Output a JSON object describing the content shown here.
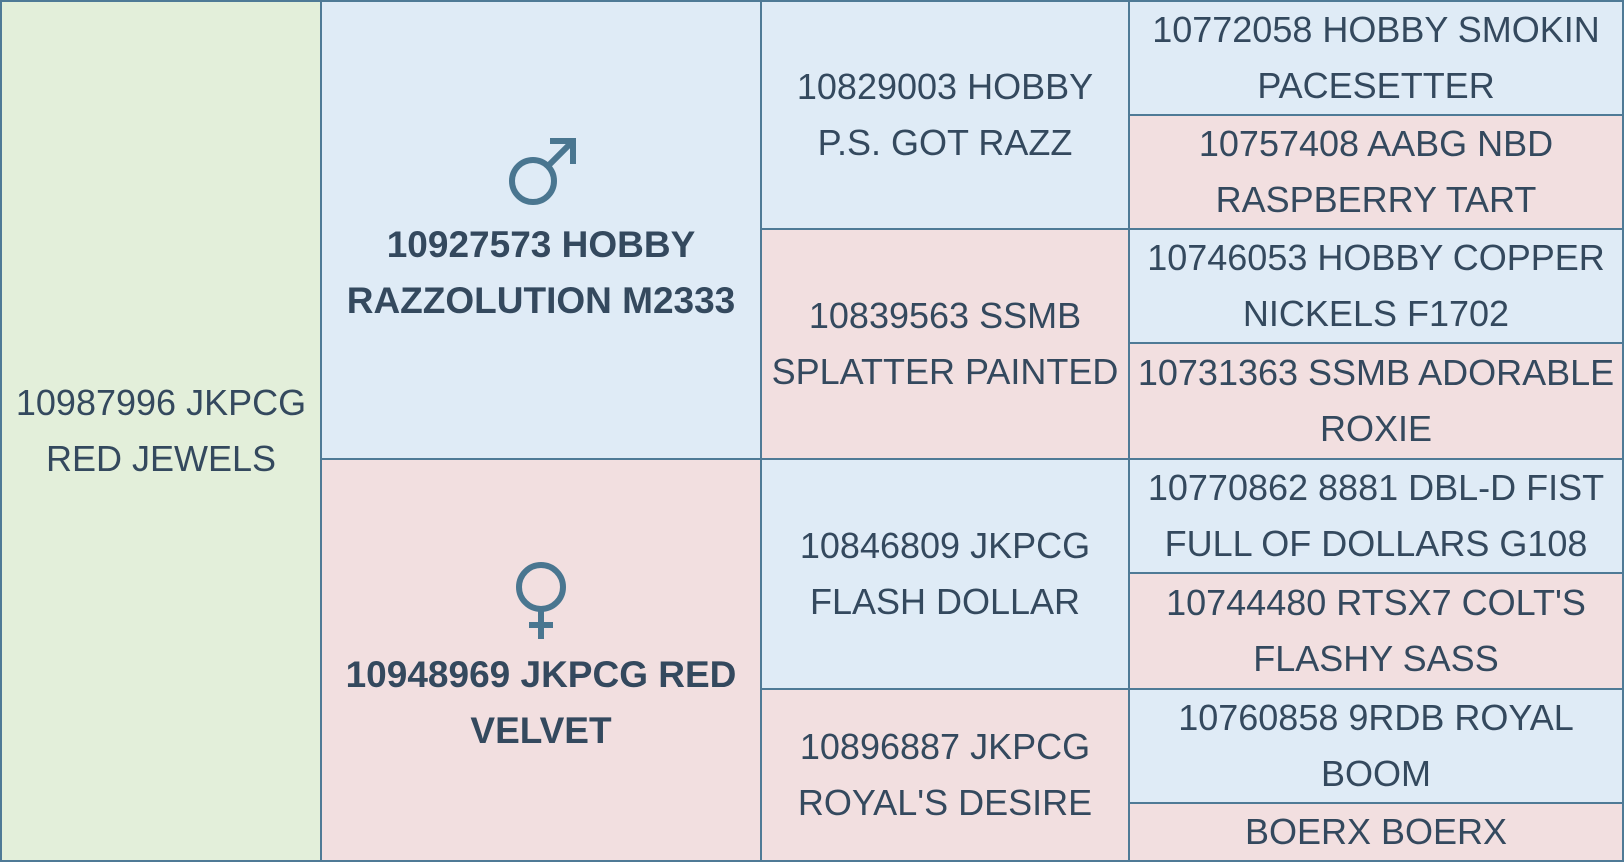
{
  "subject": {
    "name": "10987996 JKPCG RED JEWELS"
  },
  "sire": {
    "name": "10927573 HOBBY RAZZOLUTION M2333",
    "symbol": "male-symbol-icon"
  },
  "dam": {
    "name": "10948969 JKPCG RED VELVET",
    "symbol": "female-symbol-icon"
  },
  "grandparents": [
    {
      "name": "10829003 HOBBY P.S. GOT RAZZ"
    },
    {
      "name": "10839563 SSMB SPLATTER PAINTED"
    },
    {
      "name": "10846809 JKPCG FLASH DOLLAR"
    },
    {
      "name": "10896887 JKPCG ROYAL'S DESIRE"
    }
  ],
  "great_grandparents": [
    {
      "name": "10772058 HOBBY SMOKIN PACESETTER"
    },
    {
      "name": "10757408 AABG NBD RASPBERRY TART"
    },
    {
      "name": "10746053 HOBBY COPPER NICKELS F1702"
    },
    {
      "name": "10731363 SSMB ADORABLE ROXIE"
    },
    {
      "name": "10770862 8881 DBL-D FIST FULL OF DOLLARS G108"
    },
    {
      "name": "10744480 RTSX7 COLT'S FLASHY SASS"
    },
    {
      "name": "10760858 9RDB ROYAL BOOM"
    },
    {
      "name": "BOERX BOERX"
    }
  ],
  "colors": {
    "border": "#4f7a96",
    "text": "#34495e",
    "subject_bg": "#e3efda",
    "male_bg": "#dfebf6",
    "female_bg": "#f2dfe0",
    "symbol": "#4a7690"
  }
}
